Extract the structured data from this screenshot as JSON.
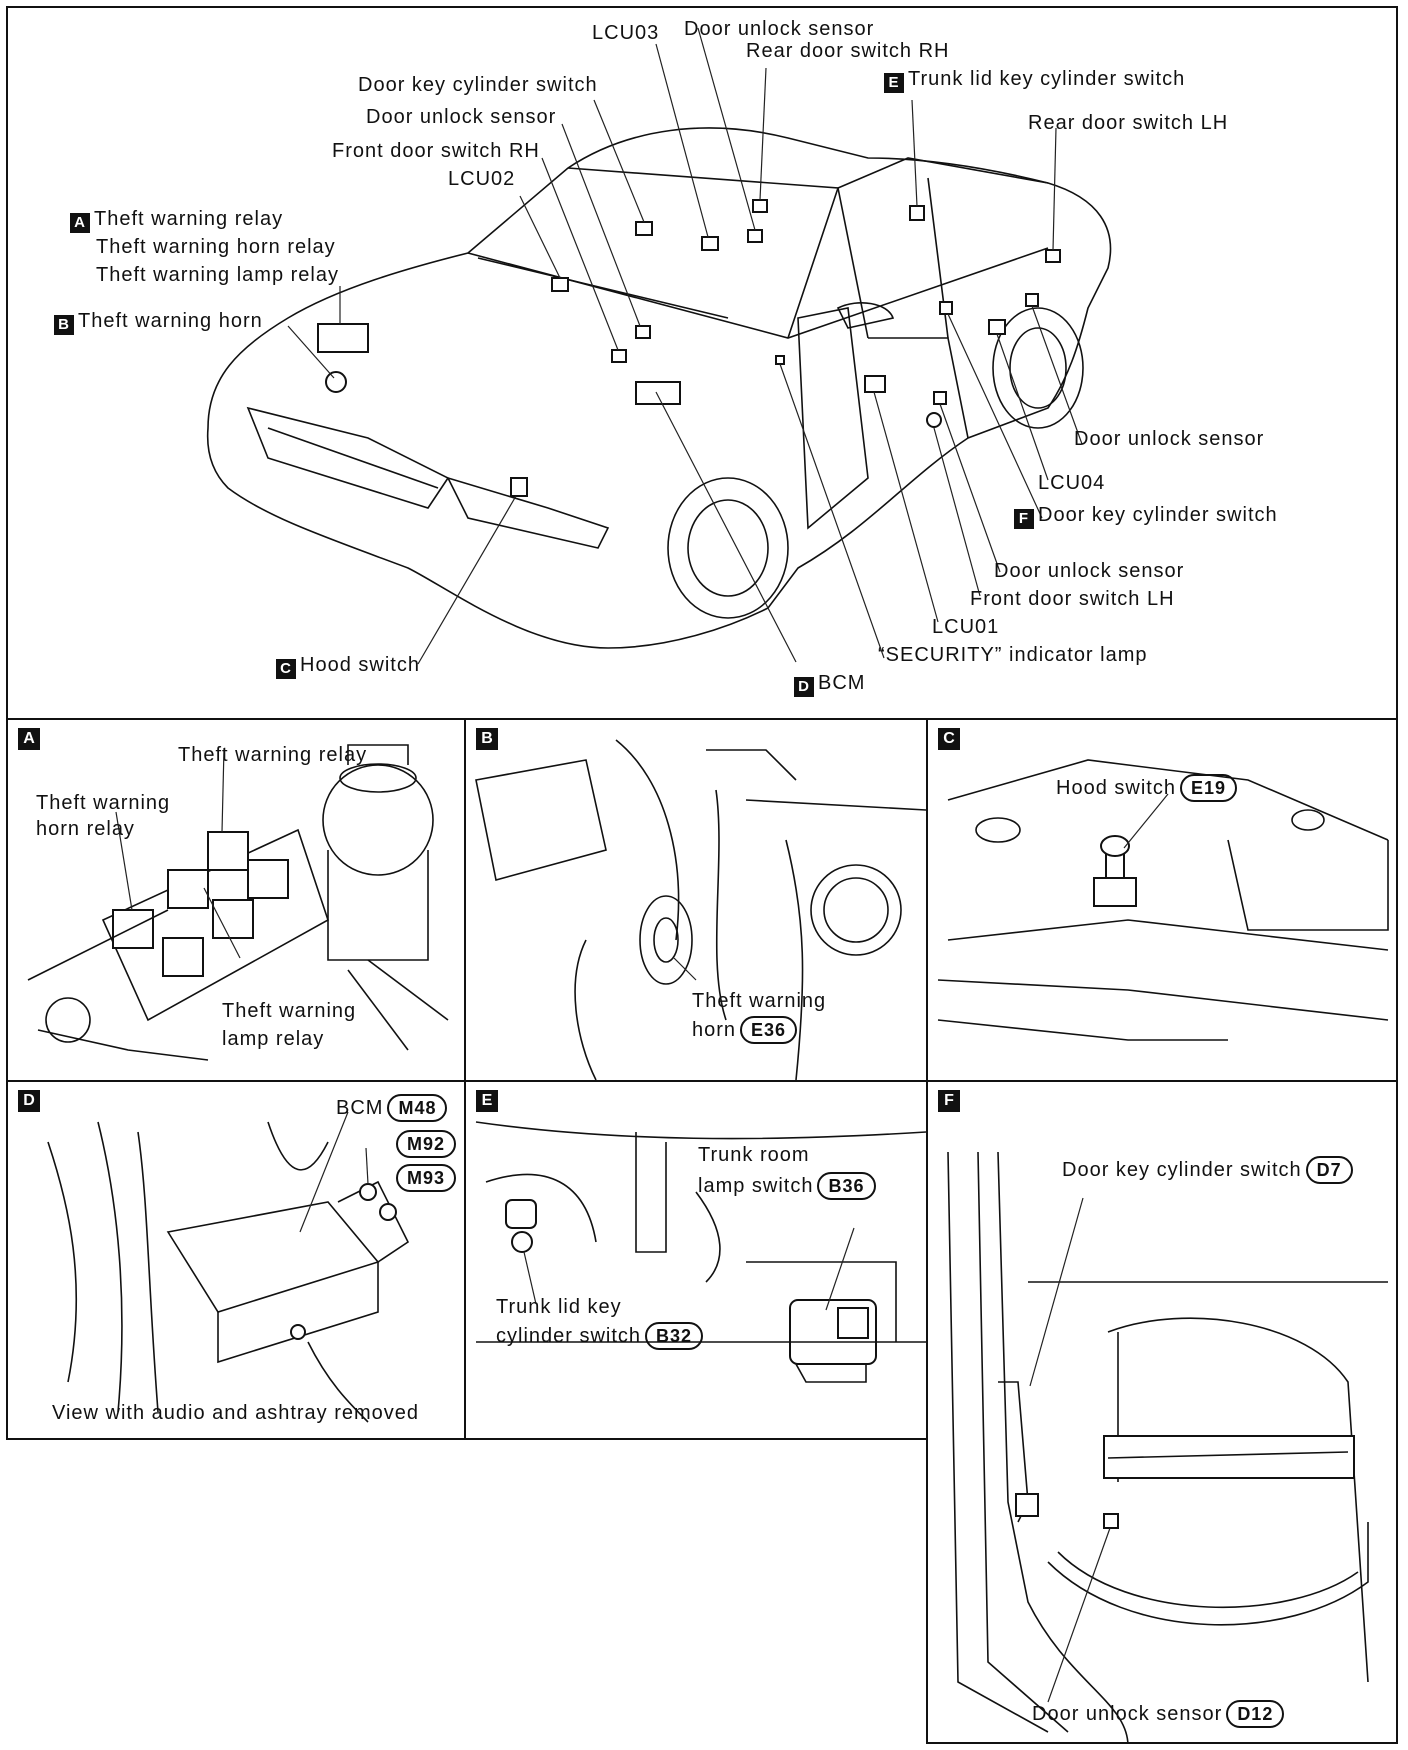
{
  "main": {
    "theft_warning_relay": "Theft warning relay",
    "theft_warning_horn_relay": "Theft warning horn relay",
    "theft_warning_lamp_relay": "Theft warning lamp relay",
    "theft_warning_horn": "Theft warning horn",
    "lcu03": "LCU03",
    "door_unlock_sensor_top": "Door unlock sensor",
    "rear_door_switch_rh": "Rear door switch RH",
    "door_key_cylinder_switch": "Door key cylinder switch",
    "door_unlock_sensor": "Door unlock sensor",
    "front_door_switch_rh": "Front door switch RH",
    "lcu02": "LCU02",
    "trunk_lid_key_cylinder_switch": "Trunk lid key cylinder switch",
    "rear_door_switch_lh": "Rear door switch LH",
    "door_unlock_sensor_r1": "Door unlock sensor",
    "lcu04": "LCU04",
    "door_key_cylinder_switch_r": "Door key cylinder switch",
    "door_unlock_sensor_r2": "Door unlock sensor",
    "front_door_switch_lh": "Front door switch LH",
    "lcu01": "LCU01",
    "security_indicator_lamp": "“SECURITY” indicator lamp",
    "bcm": "BCM",
    "hood_switch": "Hood switch"
  },
  "tags": {
    "a": "A",
    "b": "B",
    "c": "C",
    "d": "D",
    "e": "E",
    "f": "F"
  },
  "panel_a": {
    "theft_warning_relay": "Theft warning relay",
    "horn_relay_line1": "Theft warning",
    "horn_relay_line2": "horn relay",
    "lamp_relay_line1": "Theft warning",
    "lamp_relay_line2": "lamp relay"
  },
  "panel_b": {
    "line1": "Theft warning",
    "line2": "horn",
    "connector": "E36"
  },
  "panel_c": {
    "label": "Hood switch",
    "connector": "E19"
  },
  "panel_d": {
    "bcm": "BCM",
    "connectors": [
      "M48",
      "M92",
      "M93"
    ],
    "caption": "View with audio and ashtray removed"
  },
  "panel_e": {
    "trunk_room_line1": "Trunk room",
    "trunk_room_line2": "lamp switch",
    "trunk_room_connector": "B36",
    "trunk_lid_line1": "Trunk lid key",
    "trunk_lid_line2": "cylinder switch",
    "trunk_lid_connector": "B32"
  },
  "panel_f": {
    "door_key_label": "Door key cylinder switch",
    "door_key_connector": "D7",
    "door_unlock_label": "Door unlock sensor",
    "door_unlock_connector": "D12"
  }
}
